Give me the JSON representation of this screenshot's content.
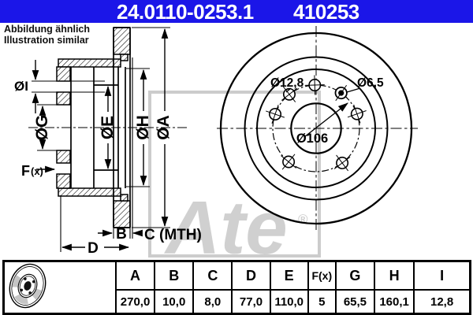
{
  "header": {
    "part_number": "24.0110-0253.1",
    "catalog_number": "410253"
  },
  "note": {
    "line1": "Abbildung ähnlich",
    "line2": "Illustration similar"
  },
  "watermark": {
    "brand": "Ate",
    "registered": "®"
  },
  "colors": {
    "header_blue": "#1b16e8",
    "watermark_gray": "#d0d0d0",
    "line_black": "#000000"
  },
  "section_view": {
    "dim_a": "ØA",
    "dim_h": "ØH",
    "dim_e": "ØE",
    "dim_g": "ØG",
    "dim_i": "ØI",
    "dim_f": "F",
    "dim_f_sub": "(x)",
    "dim_b": "B",
    "dim_c": "C (MTH)",
    "dim_d": "D"
  },
  "front_view": {
    "hole_dia": "Ø12,8",
    "pin_dia": "Ø6,5",
    "bolt_circle_dia": "Ø106"
  },
  "table": {
    "headers": [
      "A",
      "B",
      "C",
      "D",
      "E",
      "F(x)",
      "G",
      "H",
      "I"
    ],
    "values": [
      "270,0",
      "10,0",
      "8,0",
      "77,0",
      "110,0",
      "5",
      "65,5",
      "160,1",
      "12,8"
    ]
  }
}
